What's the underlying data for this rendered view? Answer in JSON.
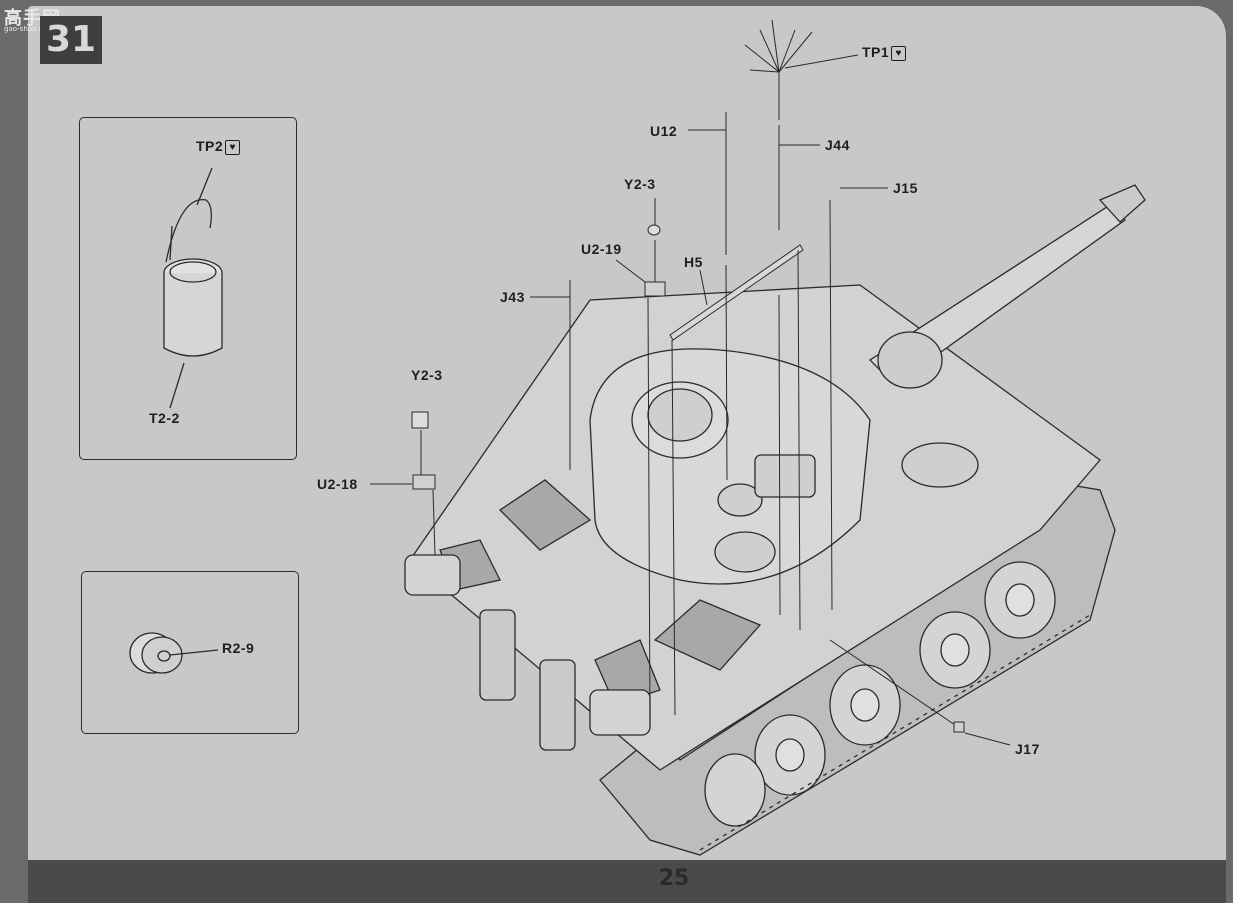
{
  "header": {
    "step_number": "31",
    "logo_text": "高手网",
    "logo_sub": "gao-shou.com"
  },
  "footer": {
    "page_number": "25"
  },
  "callouts": {
    "tp1": "TP1",
    "u12": "U12",
    "j44": "J44",
    "y2_3_top": "Y2-3",
    "j15": "J15",
    "u2_19": "U2-19",
    "h5": "H5",
    "j43": "J43",
    "y2_3_left": "Y2-3",
    "u2_18": "U2-18",
    "j17": "J17"
  },
  "inset_top": {
    "tp2": "TP2",
    "t2_2": "T2-2"
  },
  "inset_bottom": {
    "r2_9": "R2-9"
  },
  "warning_icon": "heart-warning-icon",
  "colors": {
    "background": "#6a6a6a",
    "page": "#c8c8c8",
    "ink": "#1e1e1e",
    "badge": "#3e3e3e"
  }
}
